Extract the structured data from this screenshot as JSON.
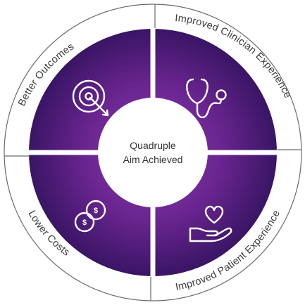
{
  "diagram": {
    "center": {
      "line1": "Quadruple",
      "line2": "Aim Achieved"
    },
    "quadrants": [
      {
        "label": "Better Outcomes",
        "icon": "target-icon"
      },
      {
        "label": "Improved Clinician Experience",
        "icon": "stethoscope-icon"
      },
      {
        "label": "Lower Costs",
        "icon": "dollar-coins-icon"
      },
      {
        "label": "Improved Patient Experience",
        "icon": "heart-in-hand-icon"
      }
    ],
    "coin_symbol": "$",
    "colors": {
      "purple_light": "#8a3aa8",
      "purple_dark": "#3a1565",
      "ring_line": "#6a6a6a",
      "text": "#3a3a3a",
      "white": "#ffffff"
    }
  }
}
